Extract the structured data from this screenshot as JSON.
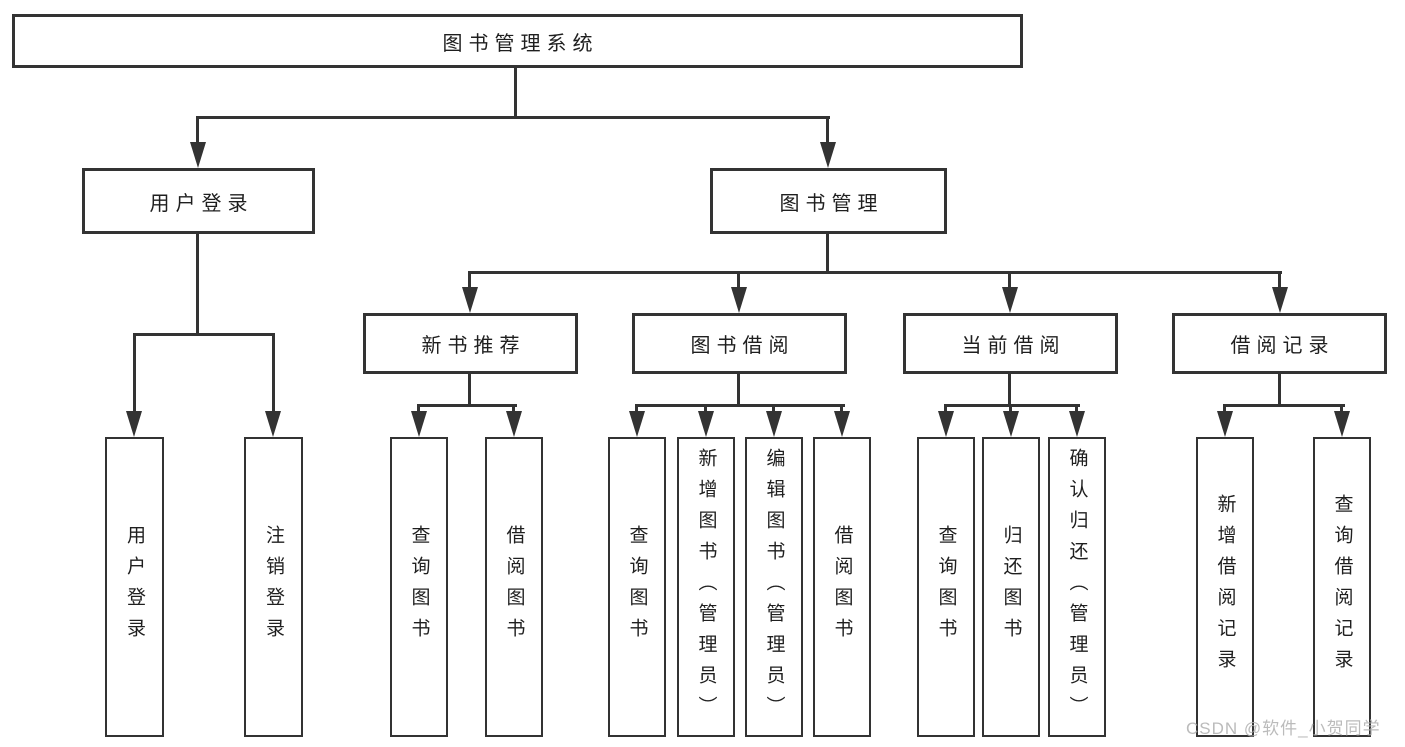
{
  "colors": {
    "line": "#333333",
    "text": "#1f1f1f",
    "background": "#ffffff",
    "watermark": "#b0b0b0"
  },
  "diagram": {
    "root": {
      "label": "图书管理系统"
    },
    "level1": [
      {
        "label": "用户登录"
      },
      {
        "label": "图书管理"
      }
    ],
    "level2": [
      {
        "label": "新书推荐"
      },
      {
        "label": "图书借阅"
      },
      {
        "label": "当前借阅"
      },
      {
        "label": "借阅记录"
      }
    ],
    "leaves": [
      {
        "label": "用户登录"
      },
      {
        "label": "注销登录"
      },
      {
        "label": "查询图书"
      },
      {
        "label": "借阅图书"
      },
      {
        "label": "查询图书"
      },
      {
        "label": "新增图书（管理员）"
      },
      {
        "label": "编辑图书（管理员）"
      },
      {
        "label": "借阅图书"
      },
      {
        "label": "查询图书"
      },
      {
        "label": "归还图书"
      },
      {
        "label": "确认归还（管理员）"
      },
      {
        "label": "新增借阅记录"
      },
      {
        "label": "查询借阅记录"
      }
    ]
  },
  "watermark": {
    "text": "CSDN @软件_小贺同学"
  }
}
